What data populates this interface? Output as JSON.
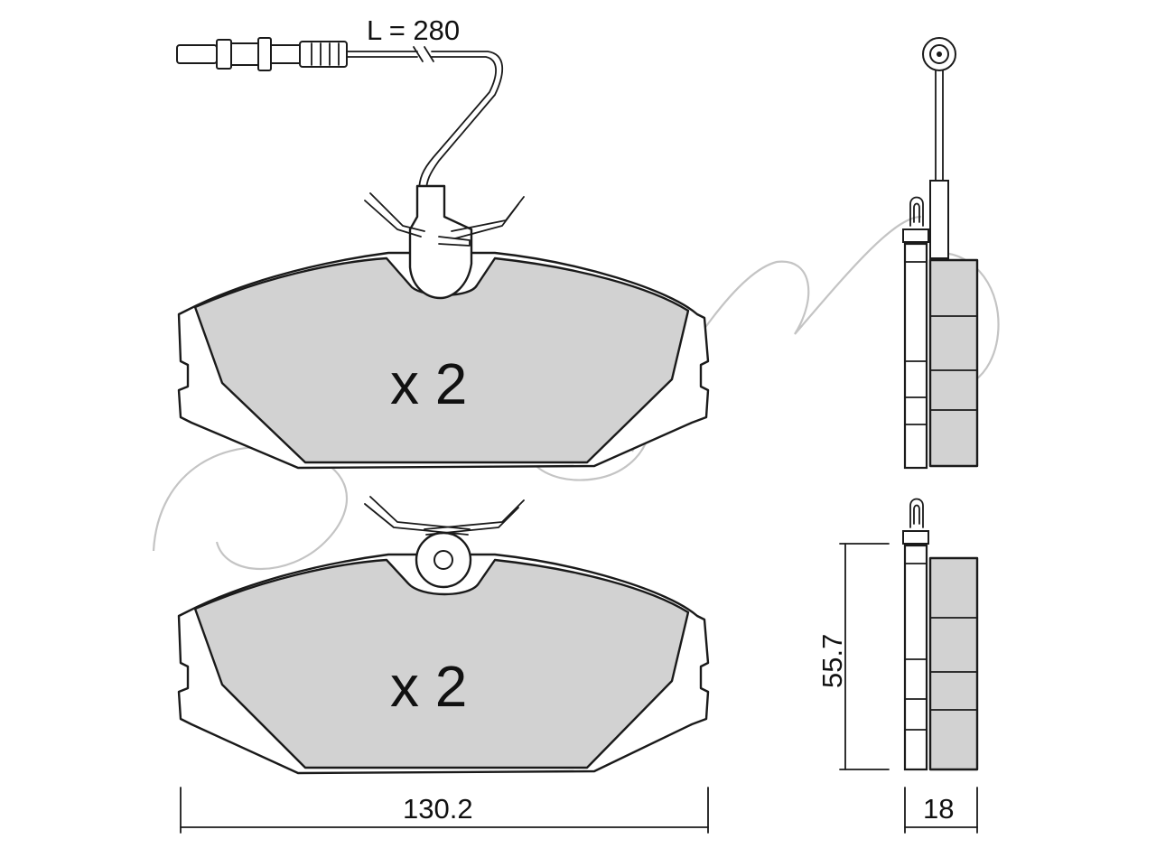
{
  "wire_length_label": "L = 280",
  "pads": [
    {
      "quantity_label": "x 2",
      "has_wear_sensor": true
    },
    {
      "quantity_label": "x 2",
      "has_wear_sensor": false
    }
  ],
  "dimensions": {
    "width": "130.2",
    "height": "55.7",
    "thickness": "18"
  },
  "colors": {
    "friction_material": "#d2d2d2",
    "backing_plate": "#ffffff",
    "line": "#1a1a1a",
    "watermark": "#bdbdbd"
  }
}
